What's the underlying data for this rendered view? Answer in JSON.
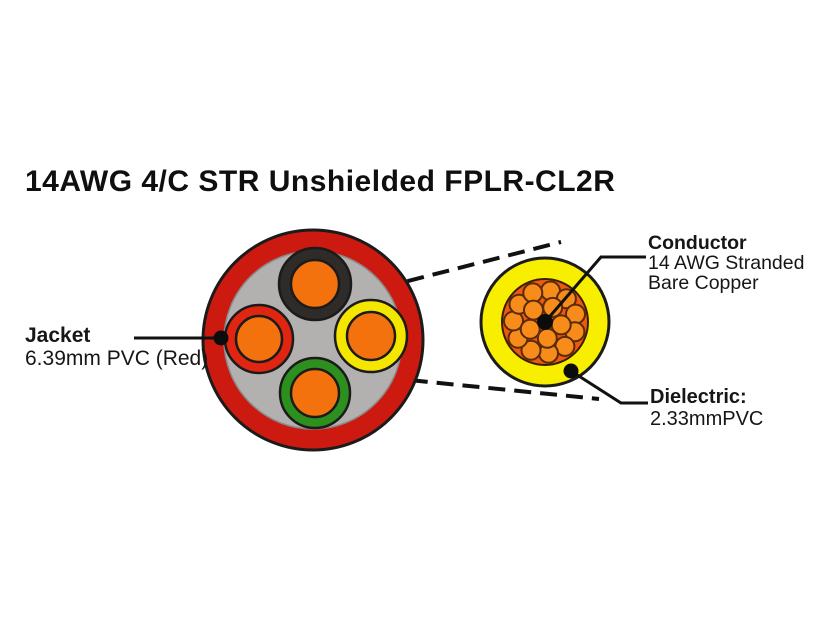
{
  "title": "14AWG 4/C STR Unshielded FPLR-CL2R",
  "labels": {
    "jacket": {
      "heading": "Jacket",
      "detail": "6.39mm PVC (Red)"
    },
    "conductor": {
      "heading": "Conductor",
      "detail_line1": "14 AWG Stranded",
      "detail_line2": "Bare Copper"
    },
    "dielectric": {
      "heading": "Dielectric:",
      "detail": "2.33mmPVC"
    }
  },
  "colors": {
    "jacket": "#cc1a10",
    "filler": "#b3b1af",
    "insulation_black": "#2e2b29",
    "insulation_red": "#e02511",
    "insulation_yellow": "#f5e600",
    "insulation_green": "#2c8f1e",
    "core_orange": "#f4720e",
    "zoom_dielectric_yellow": "#f8ee00",
    "zoom_bundle_orange": "#ee5a10",
    "strand_orange": "#f78c1a",
    "dot_black": "#0c0c0c"
  },
  "diagram_facts": {
    "conductor_count": 4,
    "visible_strand_count": 16,
    "insulation_order": [
      "black",
      "red",
      "yellow",
      "green"
    ]
  }
}
